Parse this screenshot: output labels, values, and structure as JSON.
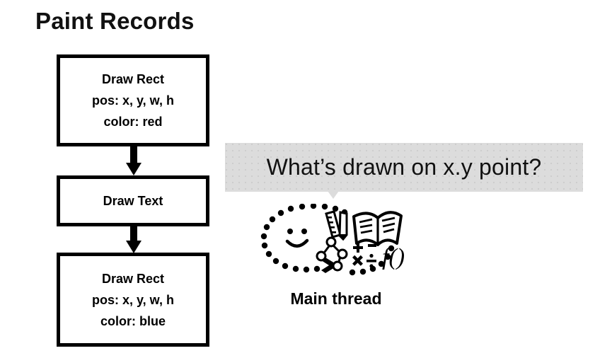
{
  "slide": {
    "title": "Paint Records",
    "background_color": "#ffffff",
    "text_color": "#000000"
  },
  "paint_records": {
    "boxes": [
      {
        "id": "draw-rect-red",
        "lines": [
          "Draw Rect",
          "pos: x, y, w, h",
          "color: red"
        ],
        "line1": "Draw Rect",
        "line2": "pos: x, y, w, h",
        "line3": "color: red"
      },
      {
        "id": "draw-text",
        "lines": [
          "Draw Text"
        ],
        "line1": "Draw Text"
      },
      {
        "id": "draw-rect-blue",
        "lines": [
          "Draw Rect",
          "pos: x, y, w, h",
          "color: blue"
        ],
        "line1": "Draw Rect",
        "line2": "pos: x, y, w, h",
        "line3": "color: blue"
      }
    ],
    "connector_icon": "down-arrow-icon"
  },
  "question_bubble": {
    "text": "What’s drawn on x.y point?",
    "background_color": "#dcdcdc",
    "tail_direction": "down"
  },
  "thinking": {
    "caption": "Main thread",
    "icon": "thinking-brain-icon",
    "elements": [
      "dotted-oval-cloud",
      "smiley-face-icon",
      "ruler-icon",
      "pencil-icon",
      "open-book-icon",
      "tree-diagram-icon",
      "math-operators-icon",
      "function-notation-icon"
    ],
    "math_operators": "+ − × ÷",
    "function_notation": "f()"
  }
}
